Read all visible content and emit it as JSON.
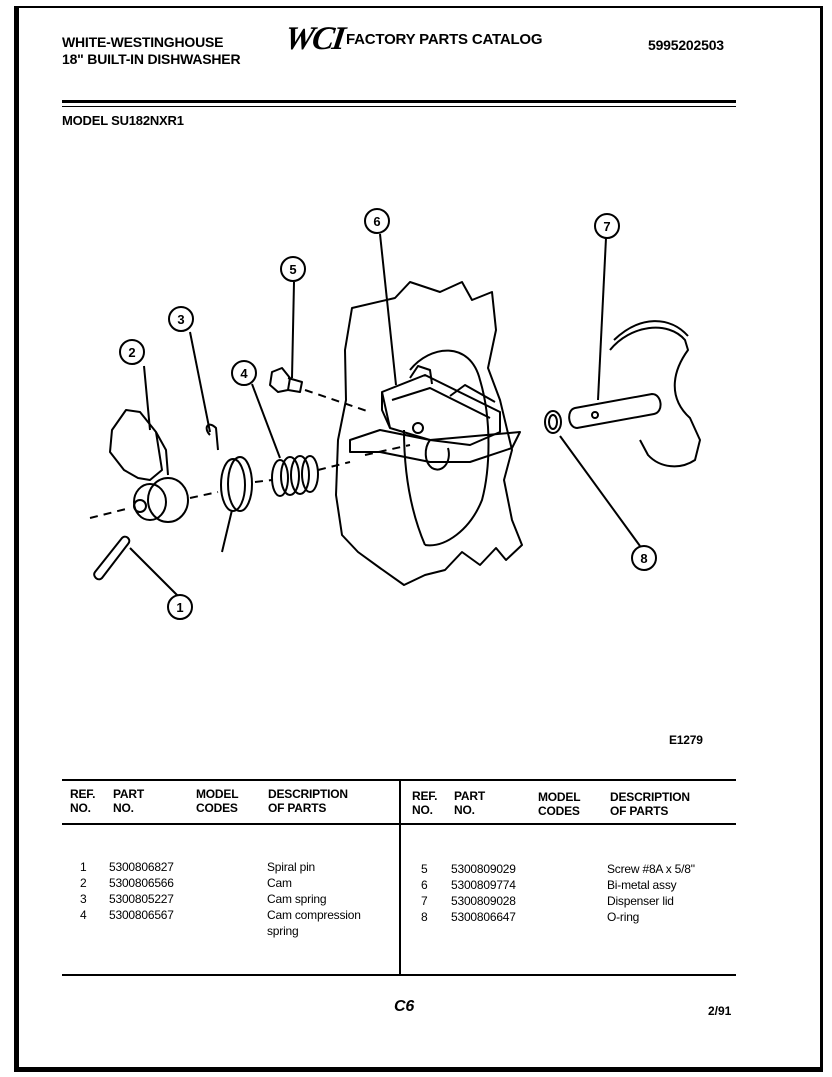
{
  "header": {
    "brand": "WHITE-WESTINGHOUSE",
    "product": "18\" BUILT-IN DISHWASHER",
    "logo": "WCI",
    "catalog_title": "FACTORY PARTS CATALOG",
    "catalog_number": "5995202503",
    "model": "MODEL SU182NXR1"
  },
  "diagram": {
    "callouts": [
      "1",
      "2",
      "3",
      "4",
      "5",
      "6",
      "7",
      "8"
    ],
    "figure_code": "E1279"
  },
  "parts_table": {
    "headers": {
      "ref_1": "REF.",
      "ref_2": "NO.",
      "part_1": "PART",
      "part_2": "NO.",
      "model_1": "MODEL",
      "model_2": "CODES",
      "desc_1": "DESCRIPTION",
      "desc_2": "OF PARTS"
    },
    "left_rows": [
      {
        "ref": "1",
        "part": "5300806827",
        "desc": "Spiral pin"
      },
      {
        "ref": "2",
        "part": "5300806566",
        "desc": "Cam"
      },
      {
        "ref": "3",
        "part": "5300805227",
        "desc": "Cam spring"
      },
      {
        "ref": "4",
        "part": "5300806567",
        "desc": "Cam compression",
        "desc2": "spring"
      }
    ],
    "right_rows": [
      {
        "ref": "5",
        "part": "5300809029",
        "desc": "Screw #8A x 5/8\""
      },
      {
        "ref": "6",
        "part": "5300809774",
        "desc": "Bi-metal assy"
      },
      {
        "ref": "7",
        "part": "5300809028",
        "desc": "Dispenser lid"
      },
      {
        "ref": "8",
        "part": "5300806647",
        "desc": "O-ring"
      }
    ]
  },
  "footer": {
    "section_code": "C6",
    "date": "2/91"
  }
}
